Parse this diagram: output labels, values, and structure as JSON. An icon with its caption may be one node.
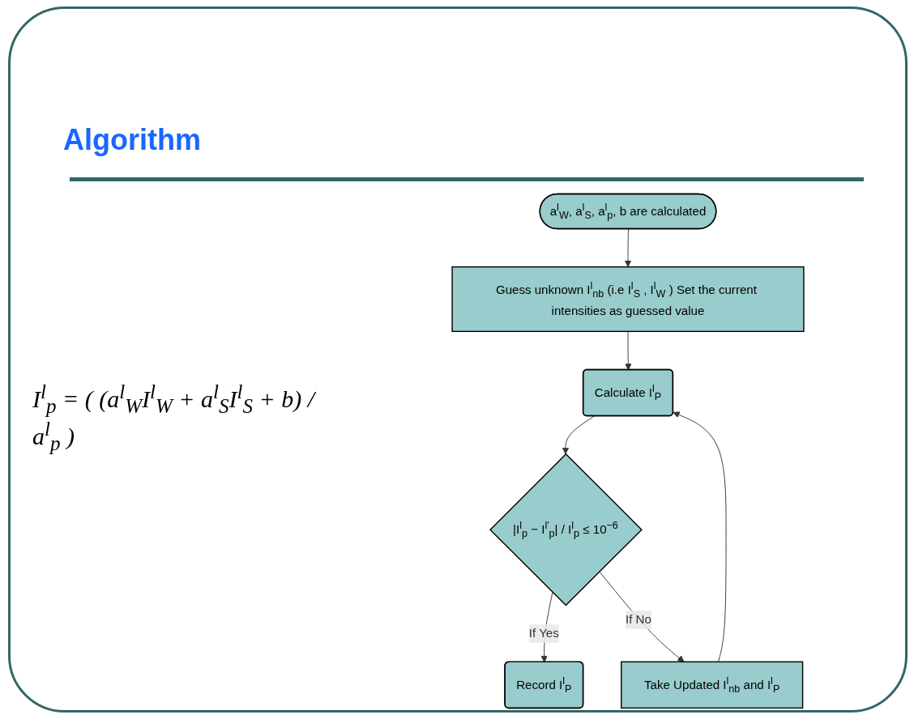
{
  "diagram": {
    "title": "Algorithm",
    "nodes": [
      {
        "text": [
          "a$^{l}$$_{W}$, a$^{l}$$_{S}$, a$^{l}$$_{p}$, b are calculated"
        ]
      },
      {
        "text": [
          "Guess unknown I$^{l}$$_{nb}$ (i.e I$^{l}$$_{S}$ , I$^{l}$$_{W}$ ) Set the current intensities as guessed value"
        ]
      },
      {
        "text": [
          "Calculate I$^{l}$$_{P}$"
        ]
      },
      {
        "text": [
          "|I$^{l}$$_{p}$ − I$^{l'}$$_{p}$| / I$^{l}$$_{p}$ ≤ 10$^{−6}$"
        ]
      },
      {
        "text": [
          "Record I$^{l}$$_{P}$"
        ]
      },
      {
        "text": [
          "Take Updated I$^{l}$$_{nb}$ and I$^{l}$$_{P}$"
        ]
      }
    ],
    "edges": [
      {
        "from": 0,
        "to": 1,
        "arrow": "to"
      },
      {
        "from": 1,
        "to": 2,
        "arrow": "to"
      },
      {
        "from": 2,
        "to": 3,
        "arrow": "to"
      },
      {
        "from": 3,
        "to": 4,
        "arrow": "to",
        "label": "If Yes"
      },
      {
        "from": 3,
        "to": 5,
        "arrow": "to",
        "label": "If No"
      },
      {
        "from": 5,
        "to": 2,
        "arrow": "to"
      }
    ],
    "labels": [
      "I$^{l}$$_{p}$ = ( (a$^{l}$$_{W}$I$^{l}$$_{W}$ + a$^{l}$$_{S}$I$^{l}$$_{S}$ + b) / a$^{l}$$_{p}$ )"
    ]
  }
}
